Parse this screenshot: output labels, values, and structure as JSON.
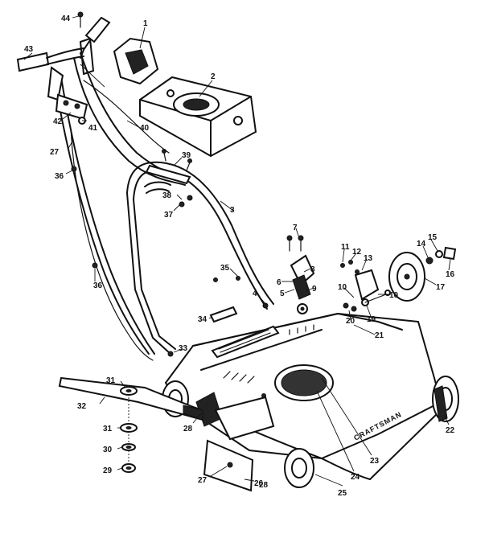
{
  "brand_text": "CRAFTSMAN",
  "callouts": [
    {
      "id": "c1",
      "label": "1"
    },
    {
      "id": "c2",
      "label": "2"
    },
    {
      "id": "c3",
      "label": "3"
    },
    {
      "id": "c4",
      "label": "4"
    },
    {
      "id": "c5",
      "label": "5"
    },
    {
      "id": "c6",
      "label": "6"
    },
    {
      "id": "c7",
      "label": "7"
    },
    {
      "id": "c8",
      "label": "8"
    },
    {
      "id": "c9",
      "label": "9"
    },
    {
      "id": "c10",
      "label": "10"
    },
    {
      "id": "c10b",
      "label": "10"
    },
    {
      "id": "c11",
      "label": "11"
    },
    {
      "id": "c12",
      "label": "12"
    },
    {
      "id": "c13",
      "label": "13"
    },
    {
      "id": "c14",
      "label": "14"
    },
    {
      "id": "c15",
      "label": "15"
    },
    {
      "id": "c16",
      "label": "16"
    },
    {
      "id": "c17",
      "label": "17"
    },
    {
      "id": "c19",
      "label": "19"
    },
    {
      "id": "c20",
      "label": "20"
    },
    {
      "id": "c21",
      "label": "21"
    },
    {
      "id": "c22",
      "label": "22"
    },
    {
      "id": "c23",
      "label": "23"
    },
    {
      "id": "c24",
      "label": "24"
    },
    {
      "id": "c25",
      "label": "25"
    },
    {
      "id": "c26",
      "label": "26"
    },
    {
      "id": "c27",
      "label": "27"
    },
    {
      "id": "c27b",
      "label": "27"
    },
    {
      "id": "c28",
      "label": "28"
    },
    {
      "id": "c28b",
      "label": "28"
    },
    {
      "id": "c29",
      "label": "29"
    },
    {
      "id": "c30",
      "label": "30"
    },
    {
      "id": "c31",
      "label": "31"
    },
    {
      "id": "c31b",
      "label": "31"
    },
    {
      "id": "c32",
      "label": "32"
    },
    {
      "id": "c33",
      "label": "33"
    },
    {
      "id": "c34",
      "label": "34"
    },
    {
      "id": "c35",
      "label": "35"
    },
    {
      "id": "c36",
      "label": "36"
    },
    {
      "id": "c36b",
      "label": "36"
    },
    {
      "id": "c37",
      "label": "37"
    },
    {
      "id": "c38",
      "label": "38"
    },
    {
      "id": "c39",
      "label": "39"
    },
    {
      "id": "c40",
      "label": "40"
    },
    {
      "id": "c41",
      "label": "41"
    },
    {
      "id": "c42",
      "label": "42"
    },
    {
      "id": "c43",
      "label": "43"
    },
    {
      "id": "c44",
      "label": "44"
    }
  ]
}
